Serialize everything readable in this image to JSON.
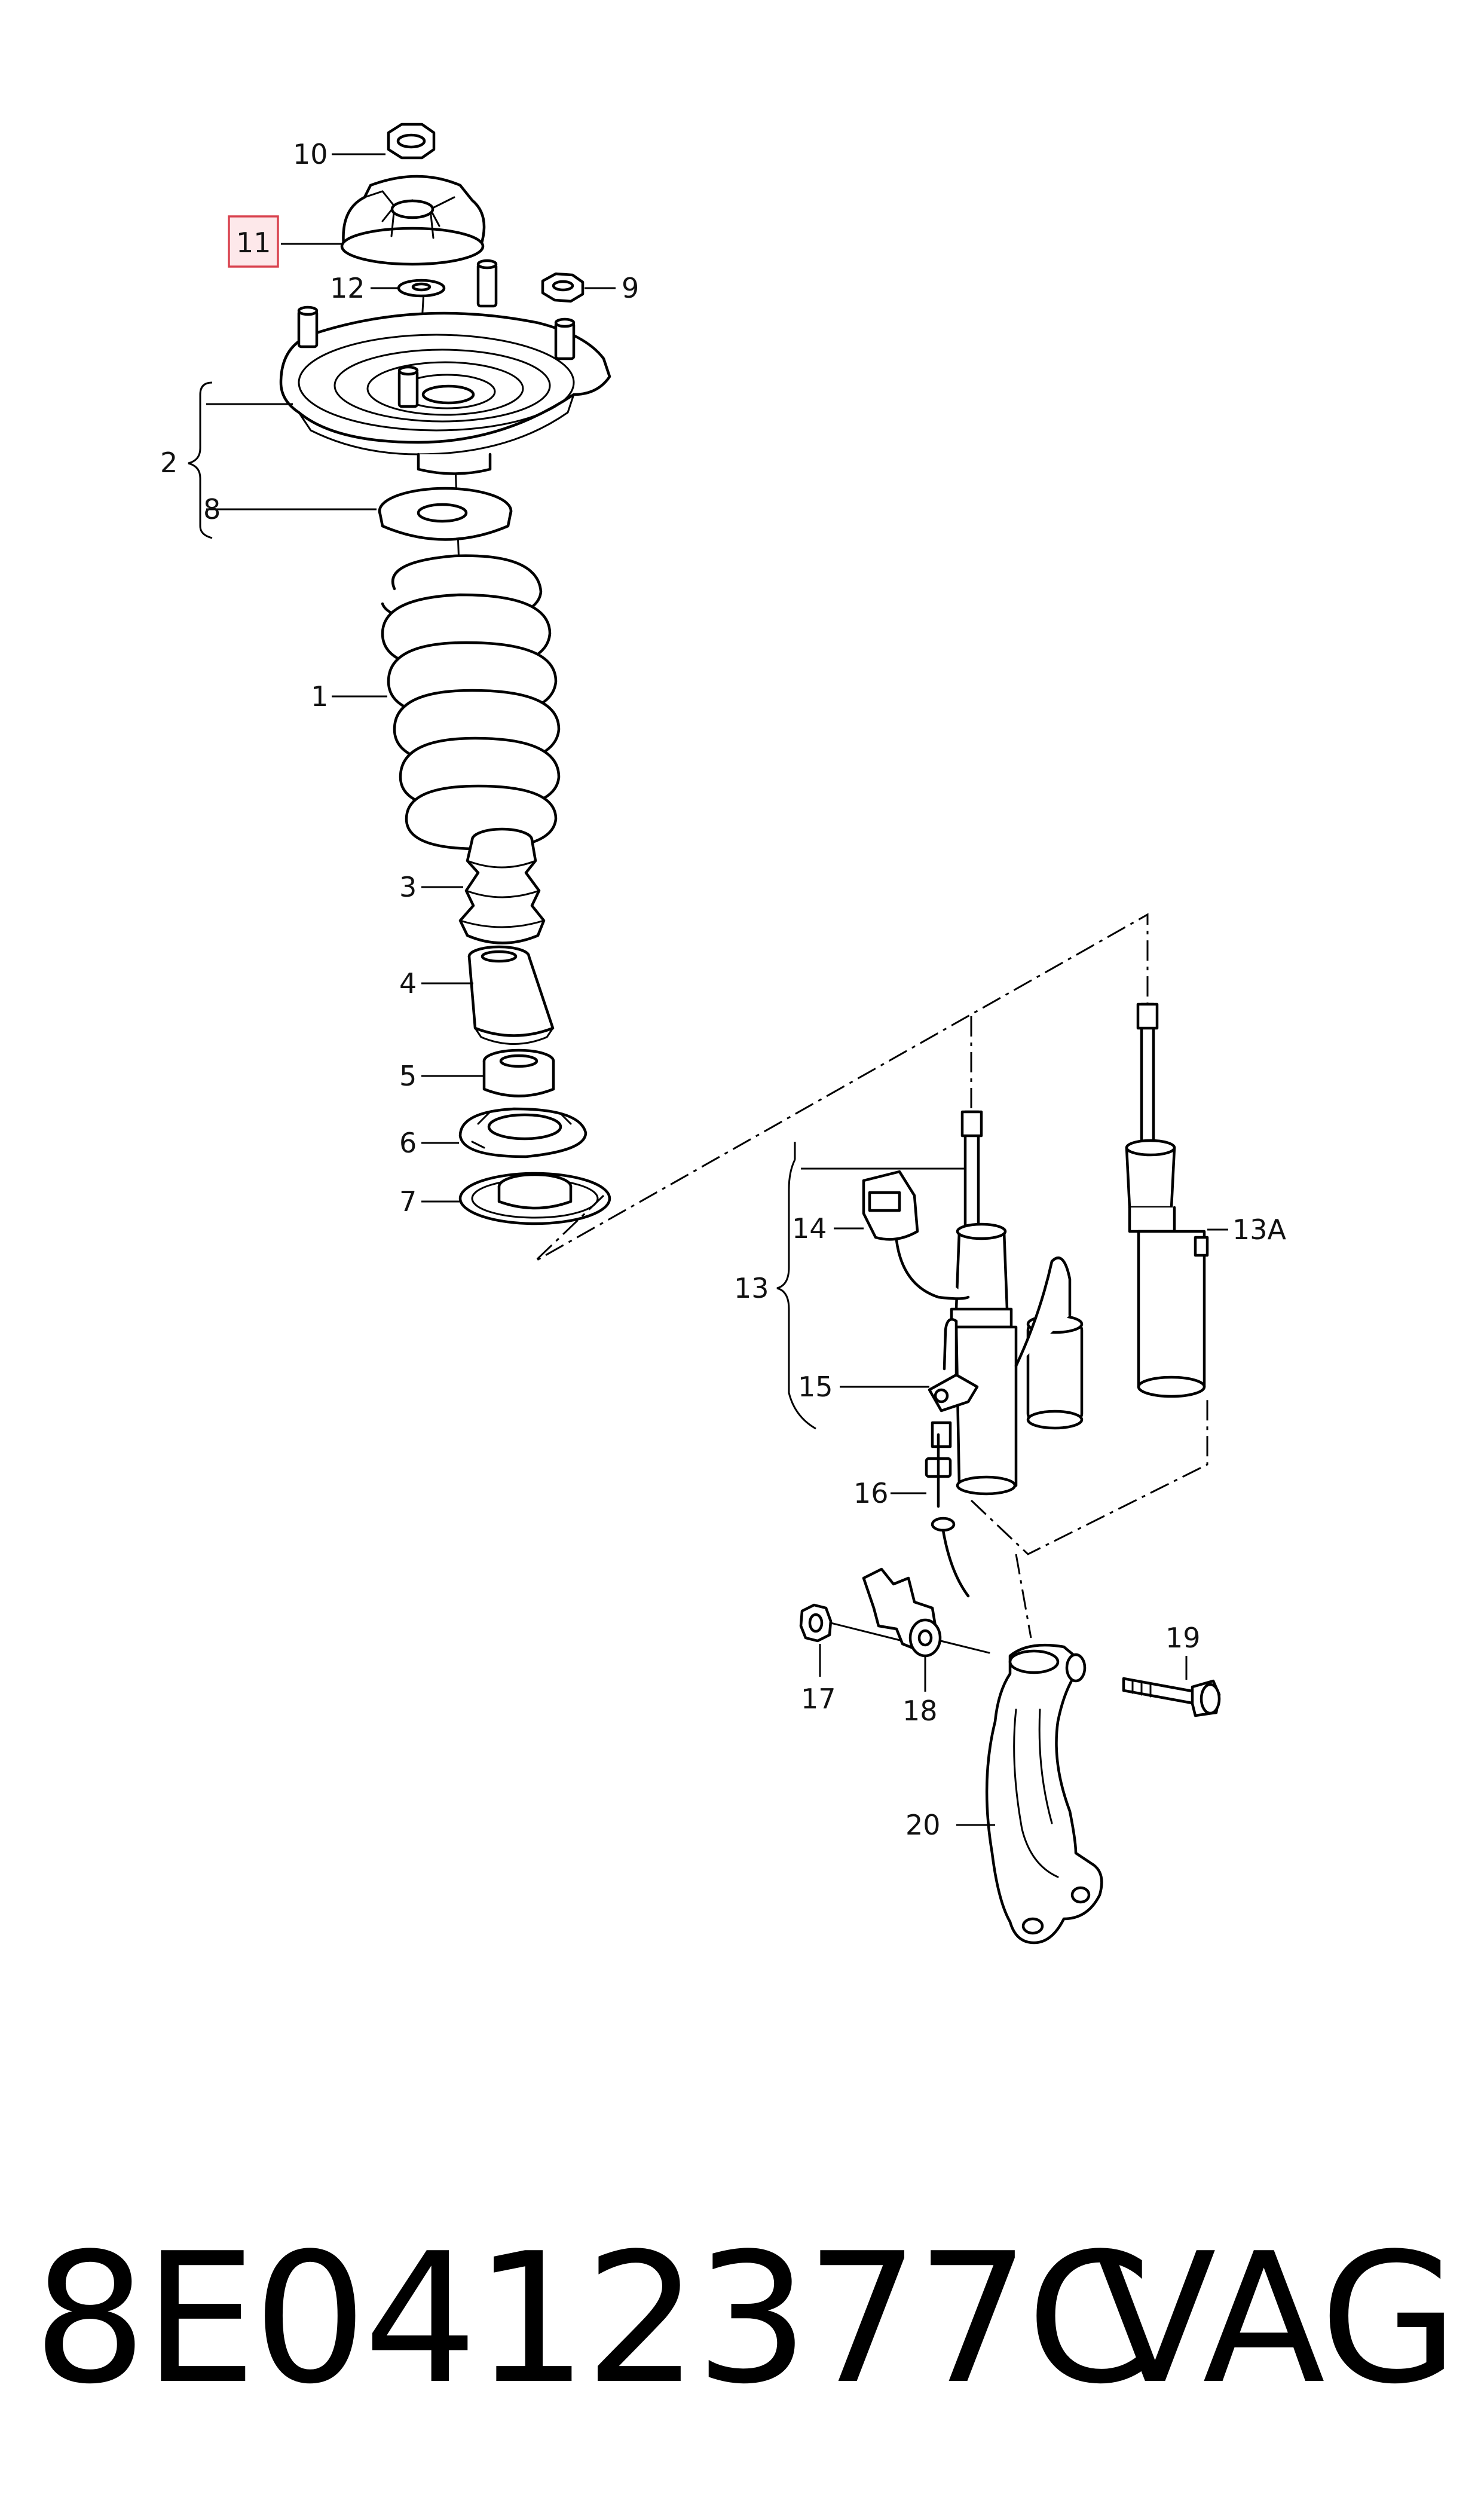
{
  "callouts": {
    "c1": "1",
    "c2": "2",
    "c3": "3",
    "c4": "4",
    "c5": "5",
    "c6": "6",
    "c7": "7",
    "c8": "8",
    "c9": "9",
    "c10": "10",
    "c11": "11",
    "c12": "12",
    "c13": "13",
    "c13a": "13A",
    "c14": "14",
    "c15": "15",
    "c16": "16",
    "c17": "17",
    "c18": "18",
    "c19": "19",
    "c20": "20"
  },
  "highlight": {
    "callout": "11",
    "color": "#d9434f"
  },
  "footer": {
    "part_number": "8E0412377C",
    "brand": "VAG"
  }
}
